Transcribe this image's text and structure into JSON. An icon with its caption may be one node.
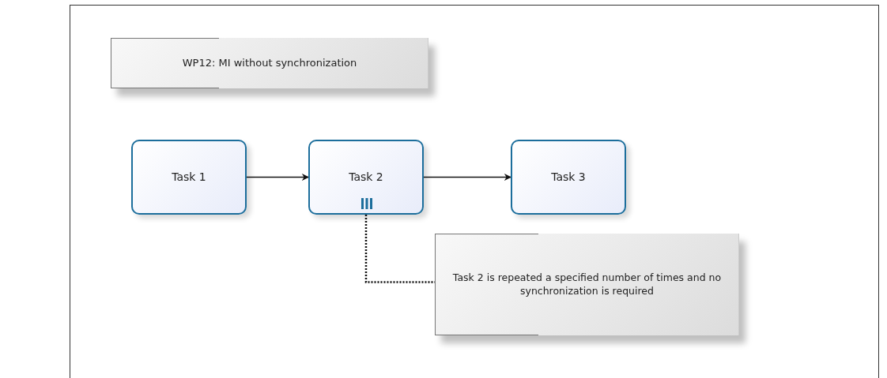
{
  "diagram": {
    "nodes": [
      {
        "text": [
          "WP12: MI without synchronization"
        ]
      },
      {
        "text": [
          "Task 1"
        ]
      },
      {
        "text": [
          "Task 2"
        ]
      },
      {
        "text": [
          "Task 3"
        ]
      },
      {
        "text": [
          "Task 2 is repeated a specified number of times and no synchronization is required"
        ]
      }
    ],
    "edges": [
      {
        "from": 1,
        "to": 2,
        "arrow": "to"
      },
      {
        "from": 2,
        "to": 3,
        "arrow": "to"
      },
      {
        "from": 2,
        "to": 4,
        "arrow": "none",
        "style": "dashed"
      }
    ]
  }
}
